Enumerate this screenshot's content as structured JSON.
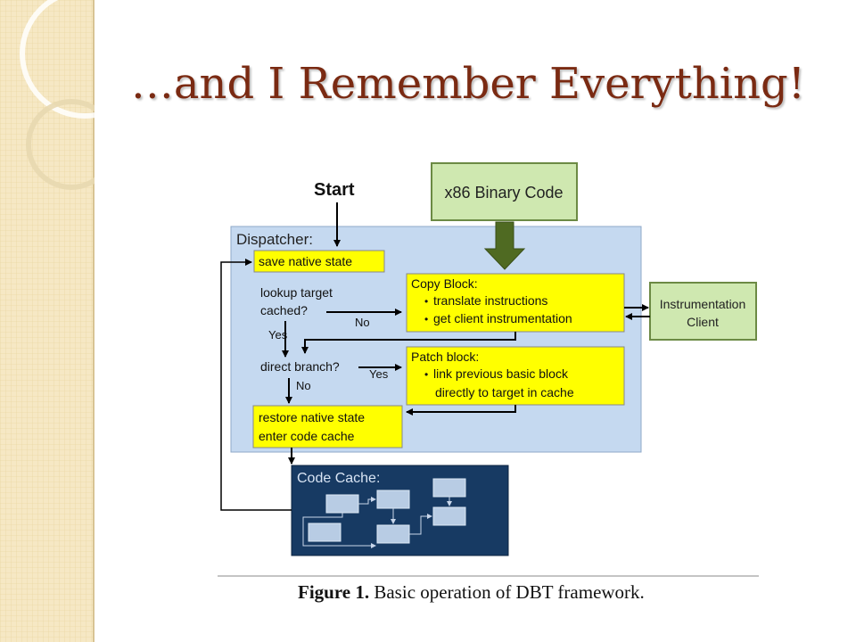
{
  "slide": {
    "title": "…and I Remember Everything!"
  },
  "diagram": {
    "start_label": "Start",
    "binary_code": "x86 Binary Code",
    "dispatcher_label": "Dispatcher:",
    "save_native_state": "save native state",
    "lookup_line1": "lookup target",
    "lookup_line2": "cached?",
    "no_label_1": "No",
    "yes_label_1": "Yes",
    "direct_branch": "direct branch?",
    "yes_label_2": "Yes",
    "no_label_2": "No",
    "copy_block": {
      "title": "Copy Block:",
      "bullets": [
        "translate instructions",
        "get client instrumentation"
      ]
    },
    "patch_block": {
      "title": "Patch block:",
      "bullets": [
        "link previous basic block",
        "directly to target in cache"
      ]
    },
    "restore_line1": "restore native state",
    "restore_line2": "enter code cache",
    "instrumentation_line1": "Instrumentation",
    "instrumentation_line2": "Client",
    "code_cache_label": "Code Cache:"
  },
  "caption": {
    "figure_label": "Figure 1.",
    "text": "Basic operation of DBT framework."
  },
  "colors": {
    "title": "#7a2a12",
    "sidebar": "#f5e6c0",
    "dispatcher_fill": "#c5d9f0",
    "yellow_box": "#ffff00",
    "green_box": "#cfe8b0",
    "code_cache_fill": "#173a63",
    "arrow_green": "#4f6a22"
  }
}
